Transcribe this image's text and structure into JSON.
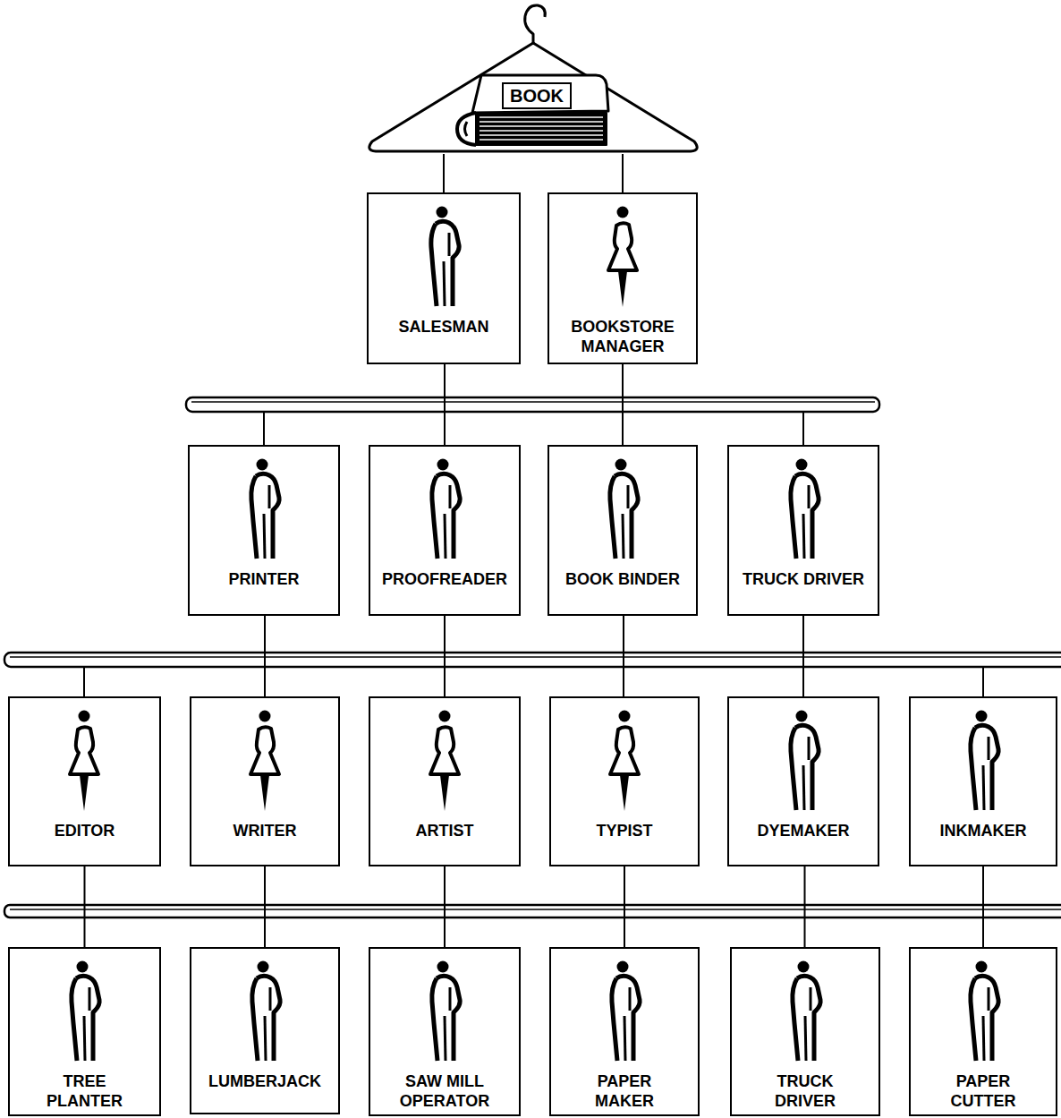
{
  "diagram": {
    "nodes": [
      {
        "text": [
          "BOOK"
        ]
      },
      {
        "text": [
          "SALESMAN"
        ]
      },
      {
        "text": [
          "BOOKSTORE MANAGER"
        ]
      },
      {
        "text": [
          "PRINTER"
        ]
      },
      {
        "text": [
          "PROOFREADER"
        ]
      },
      {
        "text": [
          "BOOK BINDER"
        ]
      },
      {
        "text": [
          "TRUCK DRIVER"
        ]
      },
      {
        "text": [
          "EDITOR"
        ]
      },
      {
        "text": [
          "WRITER"
        ]
      },
      {
        "text": [
          "ARTIST"
        ]
      },
      {
        "text": [
          "TYPIST"
        ]
      },
      {
        "text": [
          "DYEMAKER"
        ]
      },
      {
        "text": [
          "INKMAKER"
        ]
      },
      {
        "text": [
          "TREE PLANTER"
        ]
      },
      {
        "text": [
          "LUMBERJACK"
        ]
      },
      {
        "text": [
          "SAW MILL OPERATOR"
        ]
      },
      {
        "text": [
          "PAPER MAKER"
        ]
      },
      {
        "text": [
          "TRUCK DRIVER"
        ]
      },
      {
        "text": [
          "PAPER CUTTER"
        ]
      }
    ],
    "edges": [
      {
        "from": 0,
        "to": 1,
        "arrow": "none"
      },
      {
        "from": 0,
        "to": 2,
        "arrow": "none"
      },
      {
        "from": 1,
        "to": 4,
        "arrow": "none"
      },
      {
        "from": 2,
        "to": 5,
        "arrow": "none"
      },
      {
        "from": 3,
        "to": 8,
        "arrow": "none"
      },
      {
        "from": 4,
        "to": 9,
        "arrow": "none"
      },
      {
        "from": 5,
        "to": 10,
        "arrow": "none"
      },
      {
        "from": 6,
        "to": 11,
        "arrow": "none"
      },
      {
        "from": 7,
        "to": 13,
        "arrow": "none"
      },
      {
        "from": 8,
        "to": 14,
        "arrow": "none"
      },
      {
        "from": 9,
        "to": 15,
        "arrow": "none"
      },
      {
        "from": 10,
        "to": 16,
        "arrow": "none"
      },
      {
        "from": 11,
        "to": 17,
        "arrow": "none"
      },
      {
        "from": 12,
        "to": 18,
        "arrow": "none"
      }
    ]
  }
}
